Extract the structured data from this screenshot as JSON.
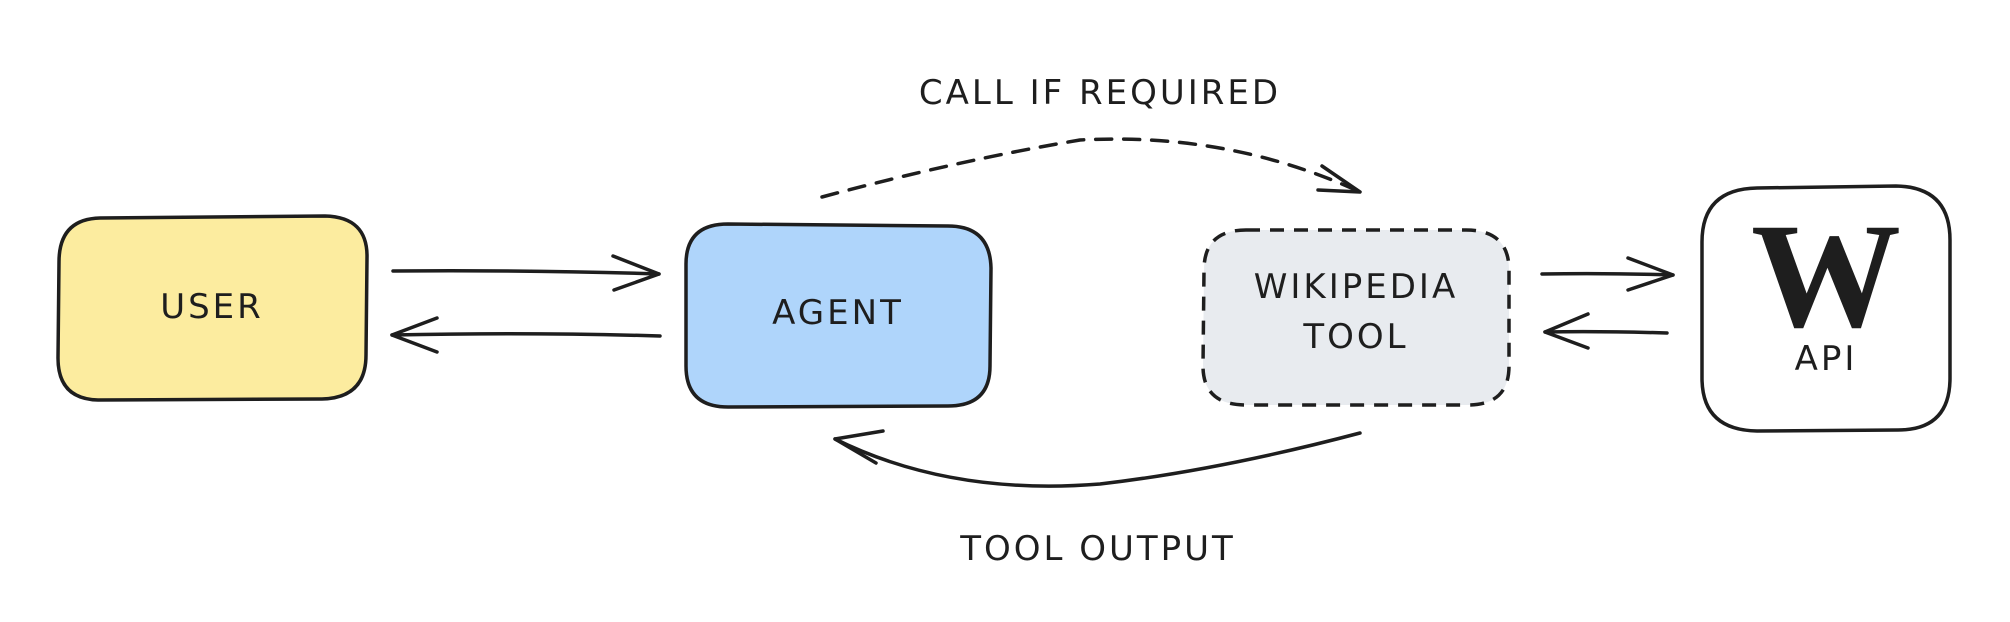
{
  "nodes": {
    "user": {
      "label": "USER",
      "fill": "#fcec9f"
    },
    "agent": {
      "label": "AGENT",
      "fill": "#afd5fb"
    },
    "tool": {
      "line1": "WIKIPEDIA",
      "line2": "TOOL",
      "fill": "#e8ebef"
    },
    "api": {
      "logo": "W",
      "label": "API",
      "fill": "#ffffff"
    }
  },
  "edges": {
    "call": {
      "label": "CALL IF REQUIRED"
    },
    "output": {
      "label": "TOOL OUTPUT"
    }
  },
  "colors": {
    "stroke": "#1e1e1e"
  }
}
